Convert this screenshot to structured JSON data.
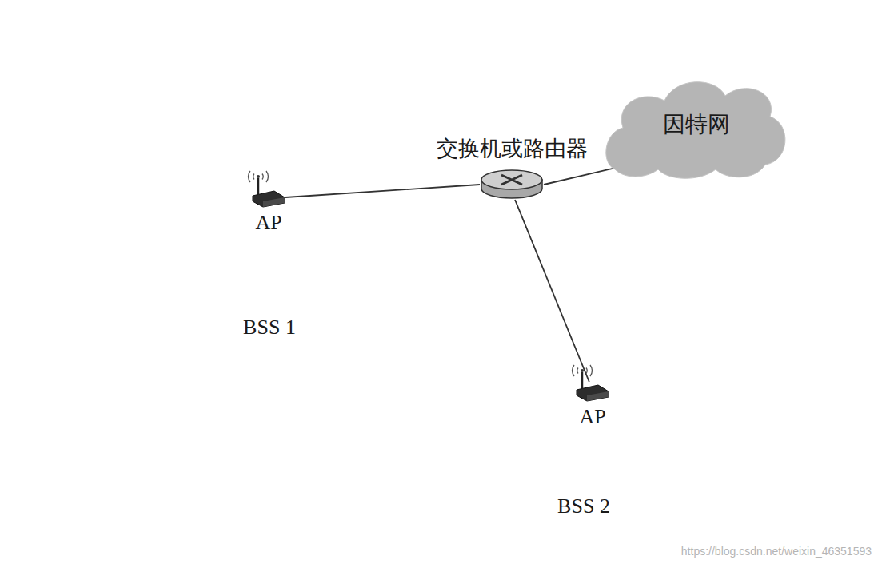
{
  "diagram": {
    "nodes": [
      {
        "text": [
          "BSS 1"
        ]
      },
      {
        "text": [
          "AP"
        ],
        "in": 0
      },
      {
        "text": [
          "交换机或路由器"
        ]
      },
      {
        "text": [
          "因特网"
        ]
      },
      {
        "text": [
          "BSS 2"
        ]
      },
      {
        "text": [
          "AP"
        ],
        "in": 4
      }
    ],
    "edges": [
      {
        "from": 1,
        "to": 2,
        "arrow": "none"
      },
      {
        "from": 2,
        "to": 3,
        "arrow": "none"
      },
      {
        "from": 2,
        "to": 5,
        "arrow": "none"
      }
    ],
    "labels": [
      "https://blog.csdn.net/weixin_46351593"
    ]
  }
}
